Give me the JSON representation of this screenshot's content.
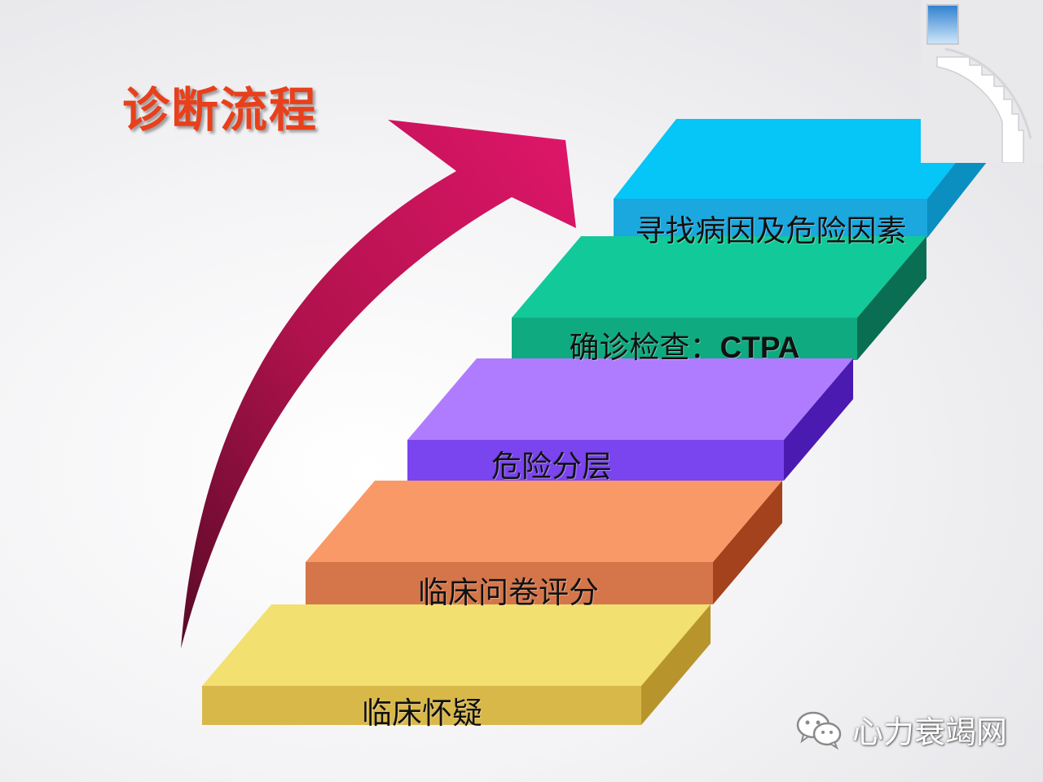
{
  "title": "诊断流程",
  "colors": {
    "title": "#e8401c",
    "arrow": "#d4145a",
    "arrow_dark": "#6e0b2e"
  },
  "steps": [
    {
      "label": "临床怀疑",
      "top": "#f2e071",
      "front": "#d9b84a",
      "side": "#b8952c"
    },
    {
      "label": "临床问卷评分",
      "top": "#fa9968",
      "front": "#d4764a",
      "side": "#a3421c"
    },
    {
      "label": "危险分层",
      "top": "#b07cff",
      "front": "#7a44ee",
      "side": "#4b1ab0"
    },
    {
      "label_cn": "确诊检查：",
      "label_latin": "CTPA",
      "top": "#12c99a",
      "front": "#0faa80",
      "side": "#0a6e52"
    },
    {
      "label": "寻找病因及危险因素",
      "top": "#06c5f7",
      "front": "#1aa8de",
      "side": "#0a8fc0"
    }
  ],
  "watermark": {
    "icon": "wechat-icon",
    "text": "心力衰竭网"
  },
  "decoration": {
    "icon": "staircase-window-icon"
  }
}
